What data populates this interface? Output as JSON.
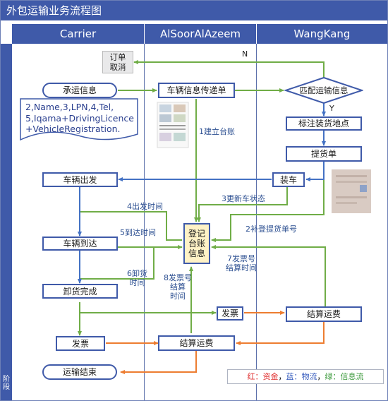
{
  "title": "外包运输业务流程图",
  "lanes": [
    "Carrier",
    "AlSoorAlAzeem",
    "WangKang"
  ],
  "stage_label": "阶段",
  "nodes": {
    "order_cancel": "订单\n取消",
    "shipping_info": "承运信息",
    "vehicle_info_form": "车辆信息传递单",
    "match_info": "匹配运输信息",
    "mark_loading": "标注装货地点",
    "bill_of_lading": "提货单",
    "loading": "装车",
    "vehicle_depart": "车辆出发",
    "register_ledger": "登记\n台账\n信息",
    "vehicle_arrive": "车辆到达",
    "unload_done": "卸货完成",
    "invoice_mid": "发票",
    "settle_right": "结算运费",
    "invoice_left": "发票",
    "settle_mid": "结算运费",
    "transport_end": "运输结束"
  },
  "document_text": [
    "2,Name,3,LPN,4,Tel,",
    "5,Iqama+DrivingLicence",
    "+VehicleRegistration."
  ],
  "edge_labels": {
    "n": "N",
    "y": "Y",
    "l1": "1建立台账",
    "l2": "2补登提货单号",
    "l3": "3更新车状态",
    "l4": "4出发时间",
    "l5": "5到达时间",
    "l6": "6卸货\n时间",
    "l7": "7发票号\n结算时间",
    "l8": "8发票号\n结算\n时间"
  },
  "legend": {
    "red": "红：资金",
    "sep1": "，",
    "blue": "蓝：物流",
    "sep2": "，",
    "green": "绿：信息流"
  },
  "colors": {
    "lane_header": "#3f5aa9",
    "blue_flow": "#4472c4",
    "green_flow": "#70ad47",
    "orange_flow": "#ed7d31",
    "node_border": "#3f5aa9",
    "ledger_fill": "#fff2c6",
    "legend_red": "#e03030",
    "legend_blue": "#3a5fbf",
    "legend_green": "#3c9a3c"
  }
}
